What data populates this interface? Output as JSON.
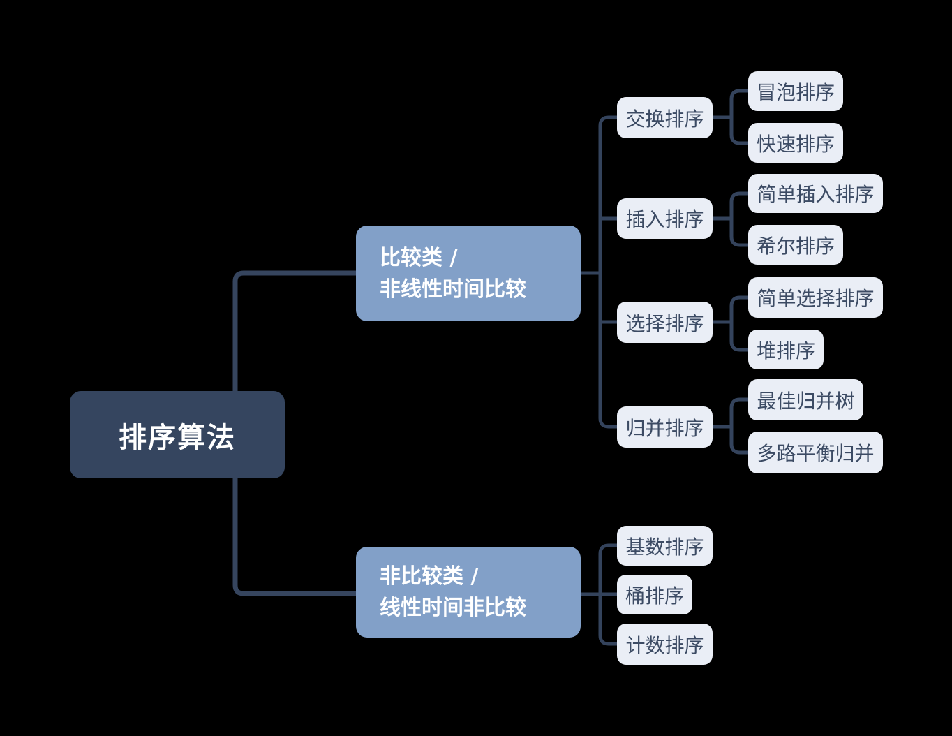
{
  "colors": {
    "background": "#000000",
    "root_fill": "#35455f",
    "root_text": "#ffffff",
    "branch_fill": "#82a0c8",
    "branch_text": "#ffffff",
    "leaf_fill": "#eaeef6",
    "leaf_text": "#3c4b64",
    "root_connector": "#36455e",
    "connector": "#34435c"
  },
  "mindmap": {
    "root": {
      "label": "排序算法",
      "children": [
        {
          "label": "比较类 /\n非线性时间比较",
          "children": [
            {
              "label": "交换排序",
              "children": [
                {
                  "label": "冒泡排序"
                },
                {
                  "label": "快速排序"
                }
              ]
            },
            {
              "label": "插入排序",
              "children": [
                {
                  "label": "简单插入排序"
                },
                {
                  "label": "希尔排序"
                }
              ]
            },
            {
              "label": "选择排序",
              "children": [
                {
                  "label": "简单选择排序"
                },
                {
                  "label": "堆排序"
                }
              ]
            },
            {
              "label": "归并排序",
              "children": [
                {
                  "label": "最佳归并树"
                },
                {
                  "label": "多路平衡归并"
                }
              ]
            }
          ]
        },
        {
          "label": "非比较类 /\n线性时间非比较",
          "children": [
            {
              "label": "基数排序"
            },
            {
              "label": "桶排序"
            },
            {
              "label": "计数排序"
            }
          ]
        }
      ]
    }
  }
}
